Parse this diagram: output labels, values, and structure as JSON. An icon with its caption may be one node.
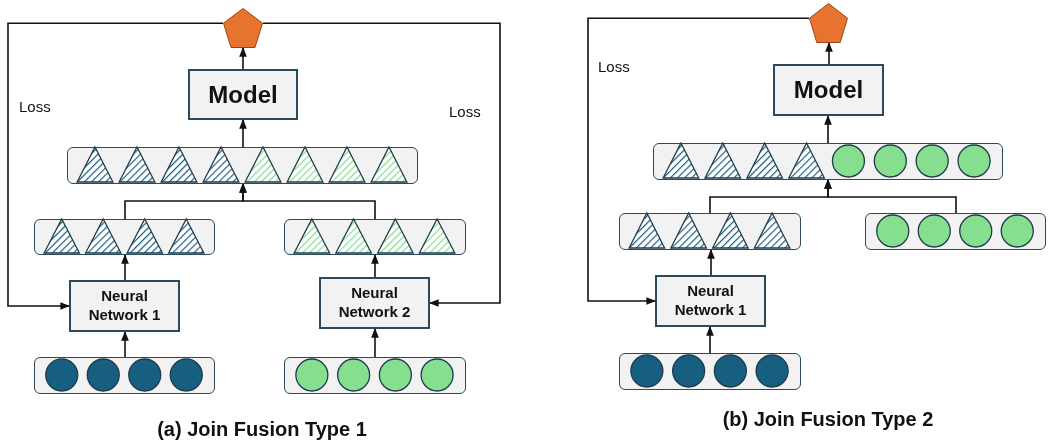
{
  "diagram": {
    "nodes": [
      {
        "text": [],
        "shape": "pentagon"
      },
      {
        "text": [
          "Model"
        ]
      },
      {
        "text": [],
        "shape": "bar"
      },
      {
        "text": [],
        "shape": "bar"
      },
      {
        "text": [],
        "shape": "bar"
      },
      {
        "text": [
          "Neural Network 1"
        ]
      },
      {
        "text": [
          "Neural Network 2"
        ]
      },
      {
        "text": [],
        "shape": "bar"
      },
      {
        "text": [],
        "shape": "bar"
      },
      {
        "text": [],
        "shape": "pentagon"
      },
      {
        "text": [
          "Model"
        ]
      },
      {
        "text": [],
        "shape": "bar"
      },
      {
        "text": [],
        "shape": "bar"
      },
      {
        "text": [],
        "shape": "bar"
      },
      {
        "text": [
          "Neural Network 1"
        ]
      },
      {
        "text": [],
        "shape": "bar"
      }
    ],
    "edges": [
      {
        "from": 7,
        "to": 5,
        "arrow": "to"
      },
      {
        "from": 8,
        "to": 6,
        "arrow": "to"
      },
      {
        "from": 5,
        "to": 3,
        "arrow": "to"
      },
      {
        "from": 6,
        "to": 4,
        "arrow": "to"
      },
      {
        "from": 3,
        "to": 2,
        "arrow": "to"
      },
      {
        "from": 4,
        "to": 2,
        "arrow": "to"
      },
      {
        "from": 2,
        "to": 1,
        "arrow": "to"
      },
      {
        "from": 1,
        "to": 0,
        "arrow": "to"
      },
      {
        "from": 0,
        "to": 5,
        "arrow": "to",
        "label": "Loss"
      },
      {
        "from": 0,
        "to": 6,
        "arrow": "to",
        "label": "Loss"
      },
      {
        "from": 15,
        "to": 14,
        "arrow": "to"
      },
      {
        "from": 14,
        "to": 12,
        "arrow": "to"
      },
      {
        "from": 12,
        "to": 11,
        "arrow": "to"
      },
      {
        "from": 13,
        "to": 11,
        "arrow": "to"
      },
      {
        "from": 11,
        "to": 10,
        "arrow": "to"
      },
      {
        "from": 10,
        "to": 9,
        "arrow": "to"
      },
      {
        "from": 9,
        "to": 14,
        "arrow": "to",
        "label": "Loss"
      }
    ],
    "labels": [
      "(a) Join Fusion Type 1",
      "(b) Join Fusion Type 2"
    ]
  }
}
